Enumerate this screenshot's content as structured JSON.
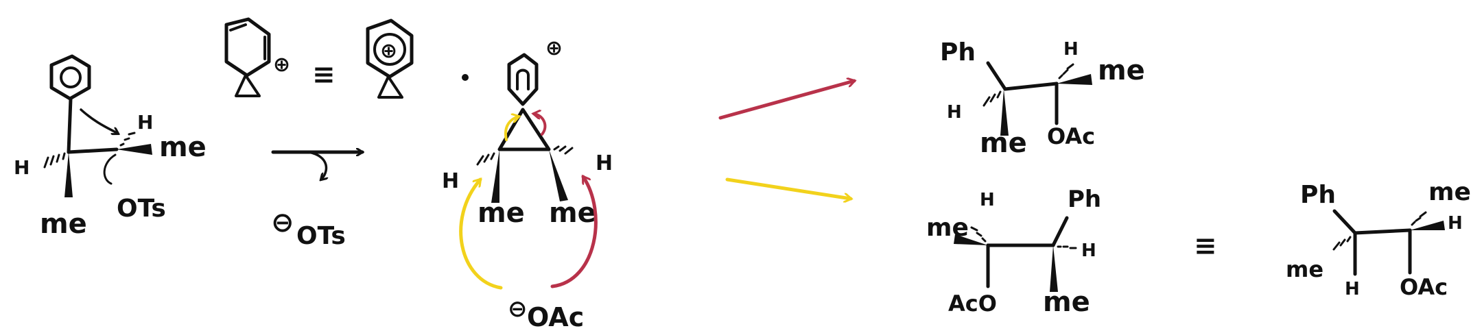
{
  "labels": {
    "ph": "Ph",
    "me": "me",
    "h": "H",
    "ots": "OTs",
    "oac": "OAc",
    "aco": "AcO",
    "minus": "⊖",
    "plus": "⊕",
    "equiv": "≡"
  },
  "colors": {
    "ink": "#111111",
    "red_arrow": "#b8324a",
    "yellow_arrow": "#f2d21c"
  }
}
